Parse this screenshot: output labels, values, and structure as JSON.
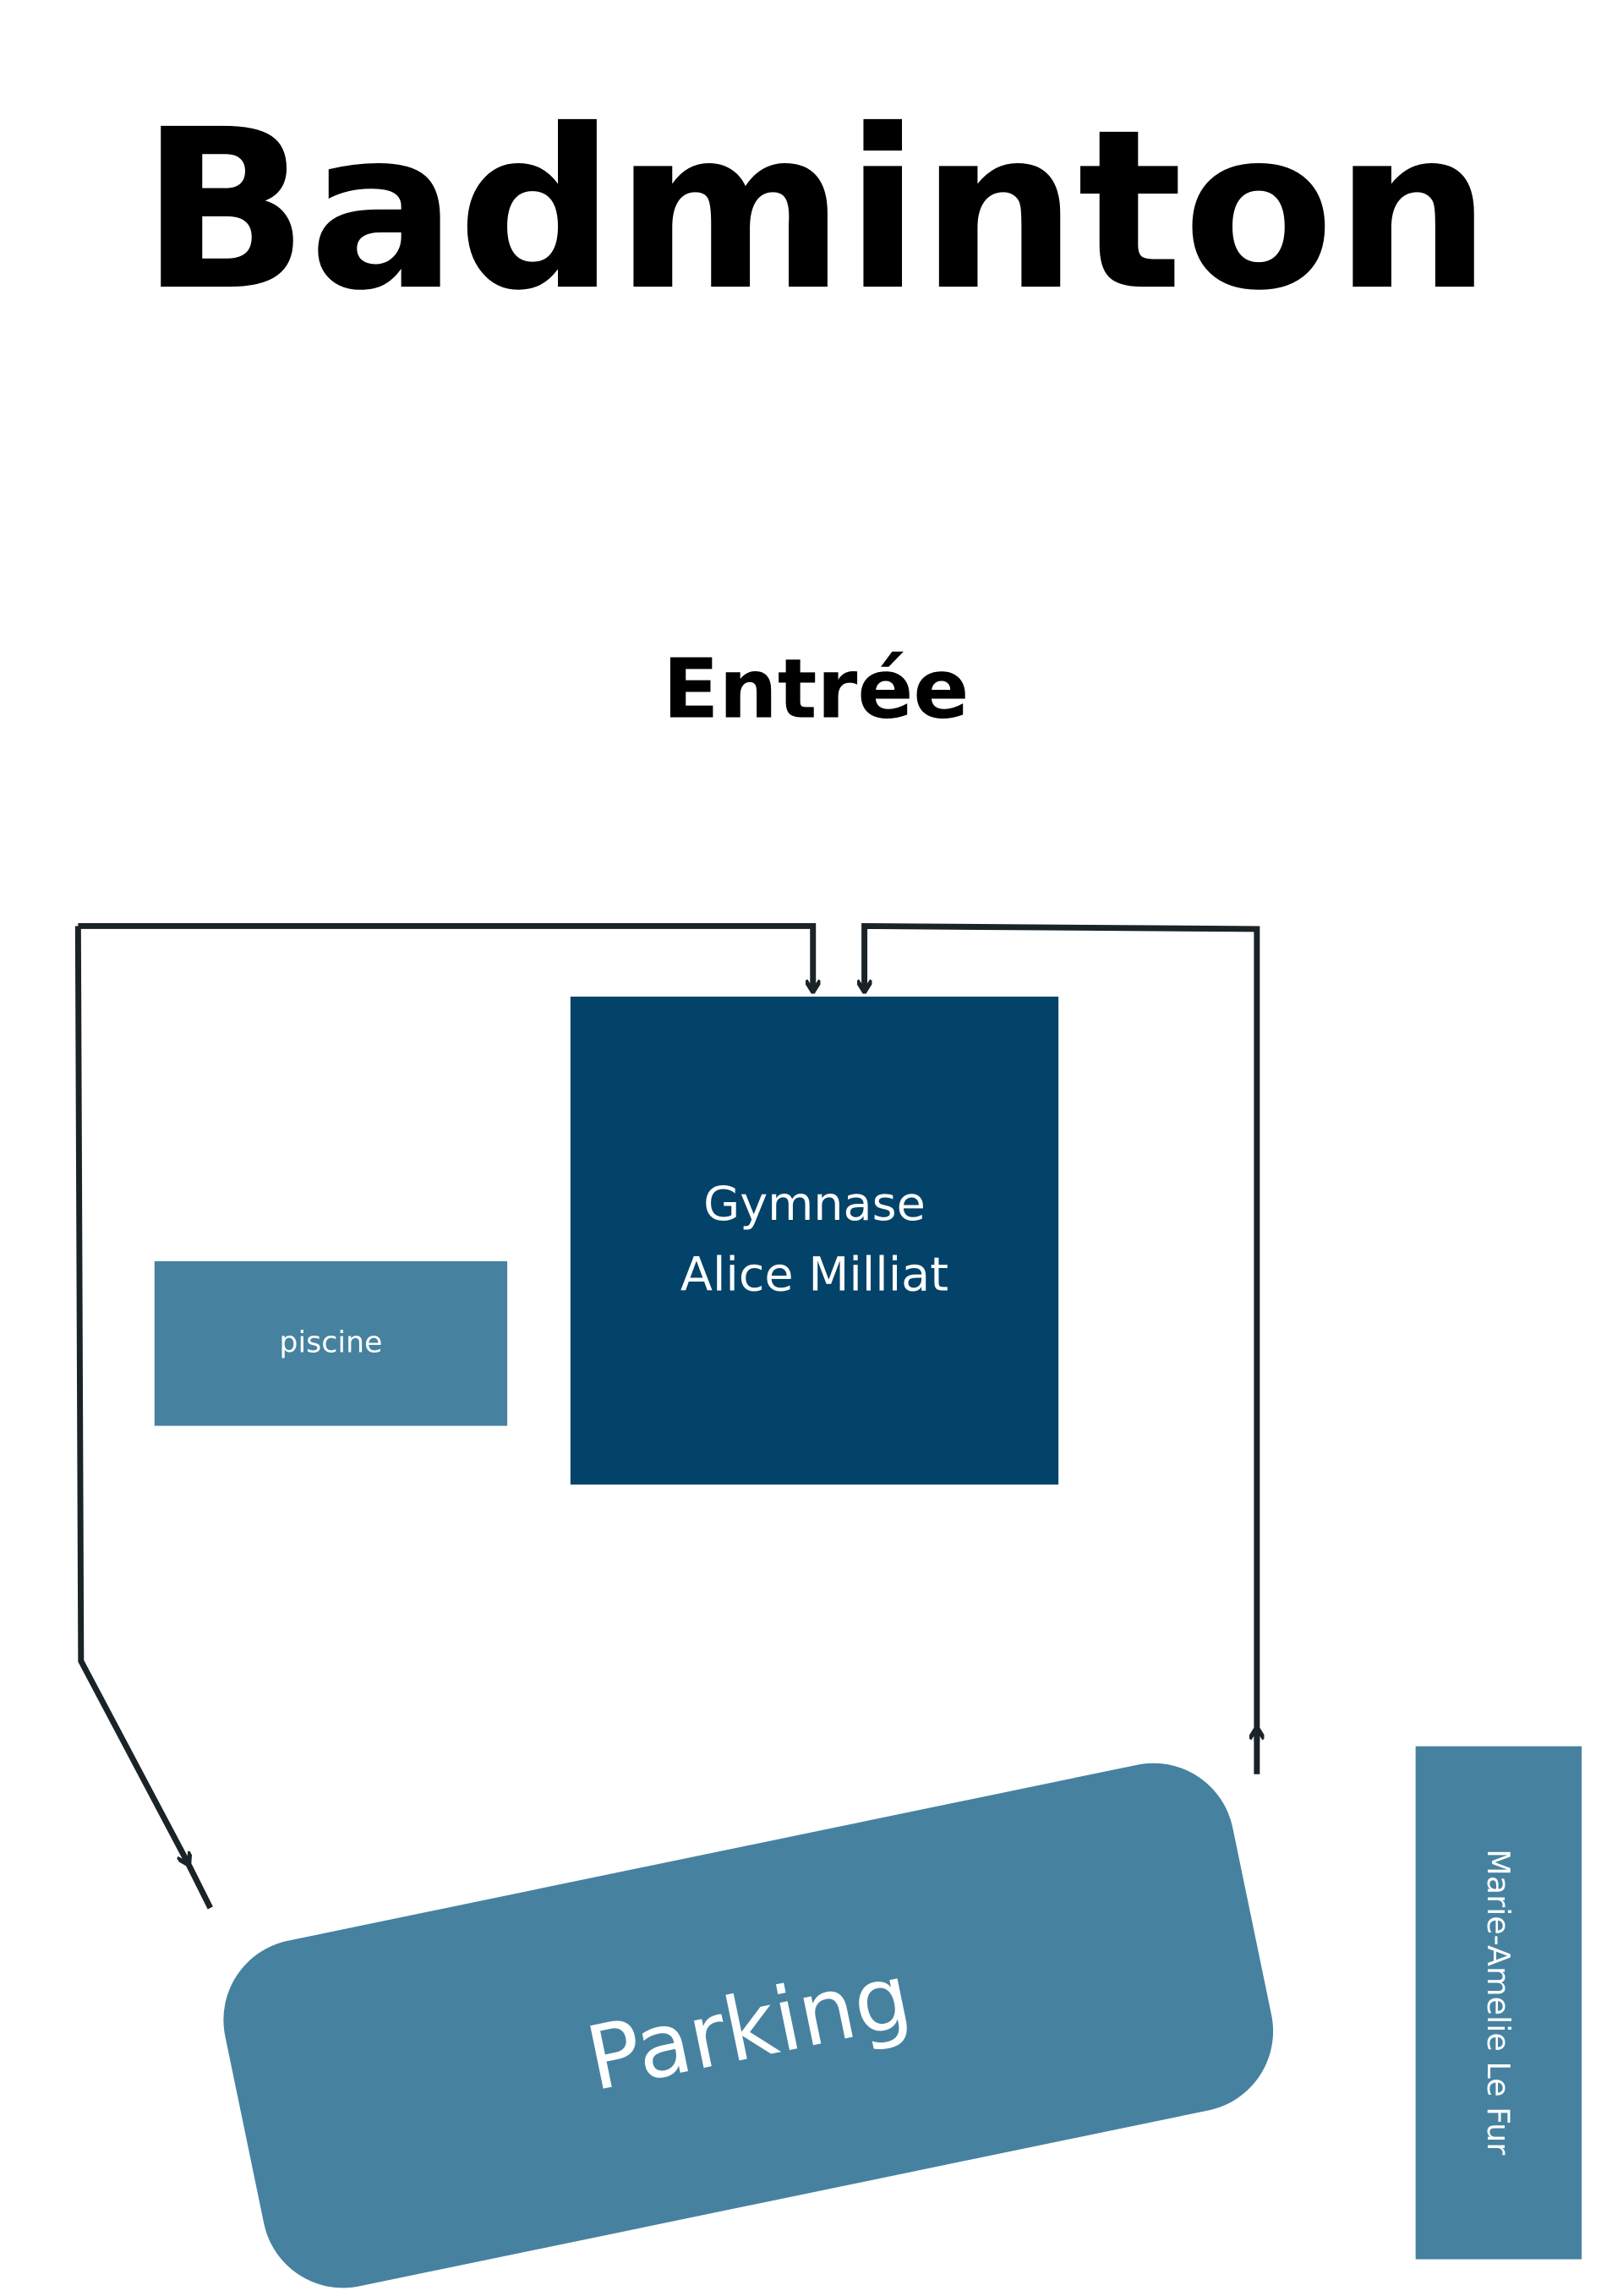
{
  "title": "Badminton",
  "entrance_label": "Entrée",
  "buildings": {
    "gym_line1": "Gymnase",
    "gym_line2": "Alice Milliat",
    "pool": "piscine",
    "parking": "Parking",
    "side_building": "Marie-Amelie Le Fur"
  },
  "colors": {
    "gym": "#03436a",
    "secondary": "#4682a0",
    "path": "#1a2328",
    "text": "#000000"
  }
}
